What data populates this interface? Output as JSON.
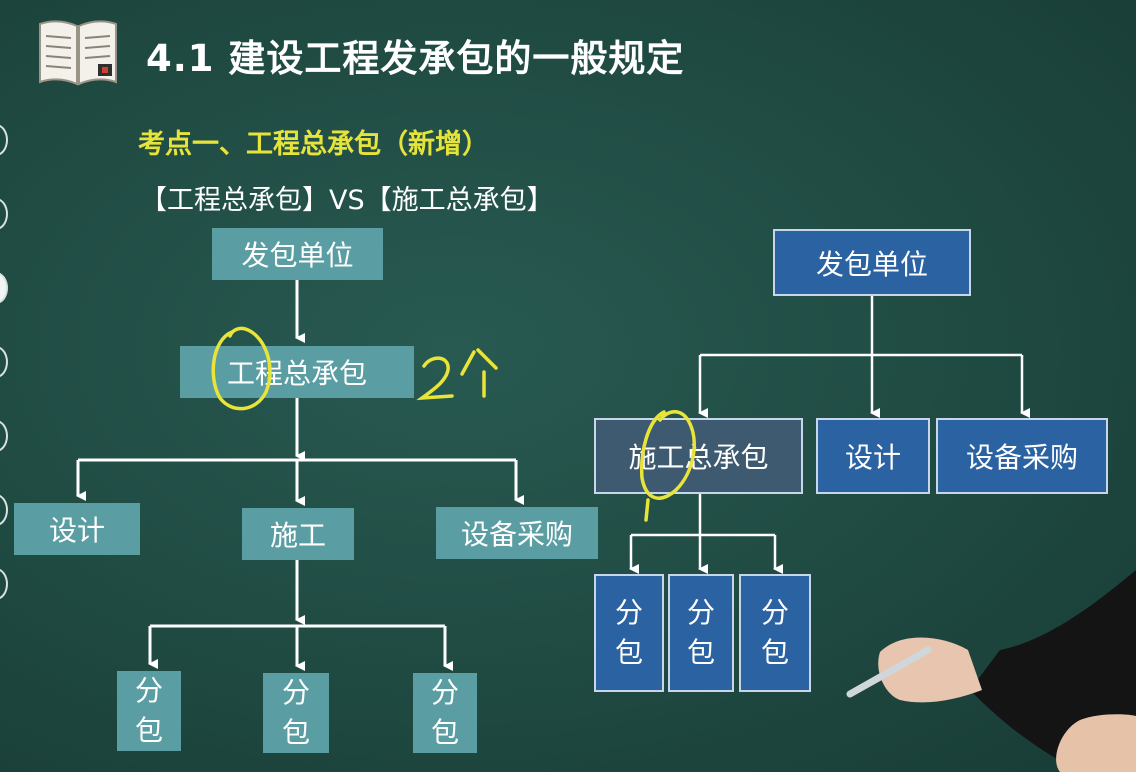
{
  "header": {
    "title": "4.1 建设工程发承包的一般规定"
  },
  "section": {
    "subtitle": "考点一、工程总承包（新增）",
    "comparison": "【工程总承包】VS【施工总承包】"
  },
  "left_diagram": {
    "employer": "发包单位",
    "general_contract": "工程总承包",
    "design": "设计",
    "construction": "施工",
    "equipment": "设备采购",
    "subcontracts": [
      {
        "line1": "分",
        "line2": "包"
      },
      {
        "line1": "分",
        "line2": "包"
      },
      {
        "line1": "分",
        "line2": "包"
      }
    ]
  },
  "right_diagram": {
    "employer": "发包单位",
    "construction_contract": "施工总承包",
    "design": "设计",
    "equipment": "设备采购",
    "subcontracts": [
      {
        "line1": "分",
        "line2": "包"
      },
      {
        "line1": "分",
        "line2": "包"
      },
      {
        "line1": "分",
        "line2": "包"
      }
    ]
  },
  "annotation": {
    "handwritten_note": "2个"
  },
  "colors": {
    "background": "#1f4a42",
    "left_box": "#5a9ea3",
    "right_box": "#2a62a2",
    "highlight_yellow": "#e6e33a"
  },
  "icons": [
    "open-book-icon"
  ]
}
